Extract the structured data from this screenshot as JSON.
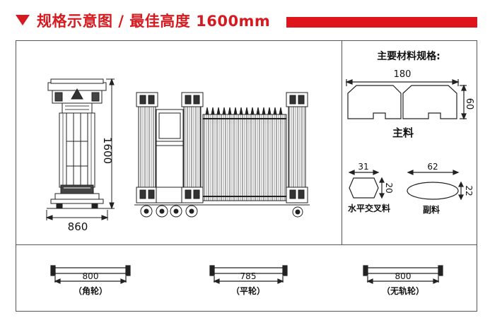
{
  "header": {
    "title": "规格示意图 / 最佳高度 1600mm",
    "accent_color": "#e0141b"
  },
  "side_view": {
    "height_label": "1600",
    "width_label": "860"
  },
  "materials": {
    "heading": "主要材料规格:",
    "main": {
      "width_label": "180",
      "height_label": "60",
      "name": "主料"
    },
    "cross": {
      "width_label": "31",
      "height_label": "20",
      "name": "水平交叉料"
    },
    "aux": {
      "width_label": "62",
      "height_label": "22",
      "name": "副料"
    }
  },
  "wheels": [
    {
      "dimension": "800",
      "caption": "（角轮）"
    },
    {
      "dimension": "785",
      "caption": "（平轮）"
    },
    {
      "dimension": "800",
      "caption": "（无轨轮）"
    }
  ]
}
